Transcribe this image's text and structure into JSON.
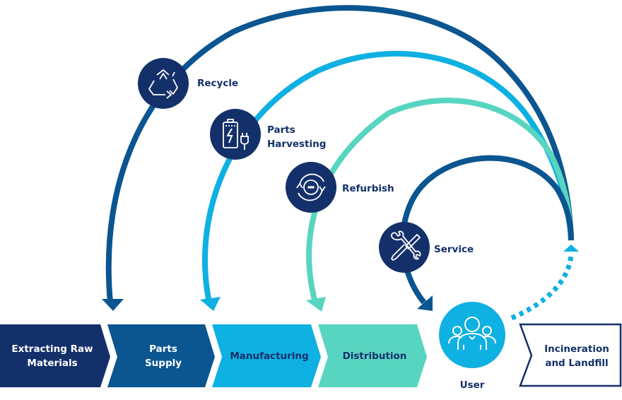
{
  "colors": {
    "navy": "#14306a",
    "dark_blue": "#0b5590",
    "bright_blue": "#0fb0e2",
    "teal": "#58d5c0",
    "white": "#ffffff"
  },
  "loops": [
    {
      "id": "recycle",
      "label": "Recycle",
      "label_line2": "",
      "icon": "recycle-icon",
      "color": "#0b5590",
      "returns_to": "Extracting Raw Materials"
    },
    {
      "id": "parts-harvesting",
      "label": "Parts",
      "label_line2": "Harvesting",
      "icon": "battery-plug-icon",
      "color": "#0fb0e2",
      "returns_to": "Parts Supply"
    },
    {
      "id": "refurbish",
      "label": "Refurbish",
      "label_line2": "",
      "icon": "refresh-cycle-icon",
      "color": "#58d5c0",
      "returns_to": "Manufacturing"
    },
    {
      "id": "service",
      "label": "Service",
      "label_line2": "",
      "icon": "wrench-screwdriver-icon",
      "color": "#0b5590",
      "returns_to": "User"
    }
  ],
  "stages": [
    {
      "line1": "Extracting Raw",
      "line2": "Materials",
      "fill": "#14306a",
      "text": "#ffffff"
    },
    {
      "line1": "Parts",
      "line2": "Supply",
      "fill": "#0b5590",
      "text": "#ffffff"
    },
    {
      "line1": "Manufacturing",
      "line2": "",
      "fill": "#0fb0e2",
      "text": "#14306a"
    },
    {
      "line1": "Distribution",
      "line2": "",
      "fill": "#58d5c0",
      "text": "#14306a"
    }
  ],
  "user": {
    "label": "User",
    "icon": "users-group-icon"
  },
  "end": {
    "line1": "Incineration",
    "line2": "and Landfill"
  }
}
